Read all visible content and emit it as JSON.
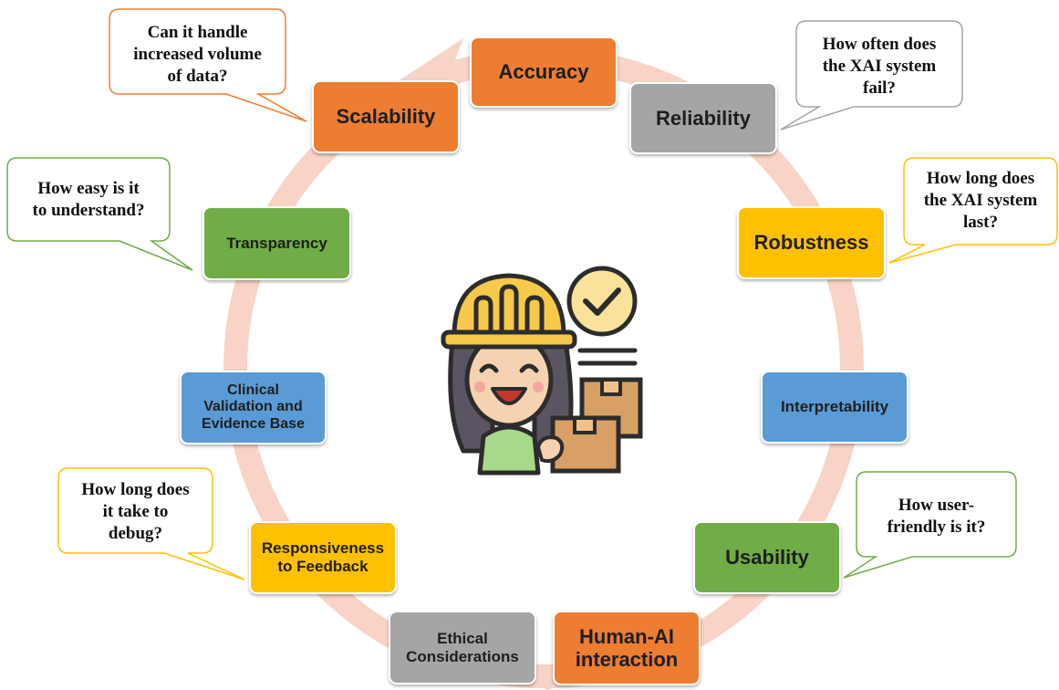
{
  "nodes": {
    "accuracy": "Accuracy",
    "reliability": "Reliability",
    "robustness": "Robustness",
    "interpretability": "Interpretability",
    "usability": "Usability",
    "human_ai": "Human-AI\ninteraction",
    "ethical": "Ethical\nConsiderations",
    "responsiveness": "Responsiveness\nto Feedback",
    "clinical": "Clinical\nValidation and\nEvidence Base",
    "transparency": "Transparency",
    "scalability": "Scalability"
  },
  "questions": {
    "scalability": "Can it handle\nincreased volume\nof data?",
    "reliability": "How often does\nthe XAI system\nfail?",
    "robustness": "How long does\nthe XAI system\nlast?",
    "transparency": "How easy is it\nto understand?",
    "responsiveness": "How long does\nit take to\ndebug?",
    "usability": "How user-\nfriendly is it?"
  },
  "colors": {
    "orange": "#ed7d31",
    "gray": "#a5a5a5",
    "yellow": "#ffc000",
    "green": "#70ad47",
    "blue": "#5b9bd5",
    "cycle_arrow": "#f8d3c6"
  },
  "center_icon": "worker-with-checkmark-and-boxes-icon"
}
